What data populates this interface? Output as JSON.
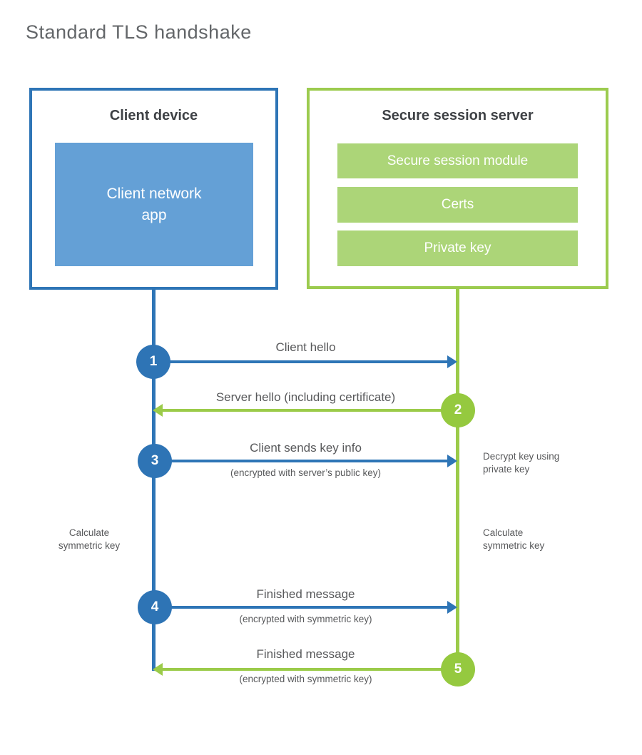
{
  "title": "Standard TLS handshake",
  "colors": {
    "blue_primary": "#2E75B6",
    "blue_fill": "#64A0D6",
    "green_border": "#9CCB4F",
    "green_fill": "#ACD578",
    "green_accent": "#95C93F",
    "text_gray": "#58595B",
    "heading_dark": "#3E4145"
  },
  "client_box": {
    "title": "Client device",
    "app_label": "Client network\napp"
  },
  "server_box": {
    "title": "Secure session server",
    "modules": [
      "Secure session module",
      "Certs",
      "Private key"
    ]
  },
  "messages": [
    {
      "step": "1",
      "label": "Client hello",
      "sublabel": "",
      "direction": "right",
      "from": "client",
      "to": "server"
    },
    {
      "step": "2",
      "label": "Server hello (including certificate)",
      "sublabel": "",
      "direction": "left",
      "from": "server",
      "to": "client"
    },
    {
      "step": "3",
      "label": "Client sends key info",
      "sublabel": "(encrypted with server’s public key)",
      "direction": "right",
      "from": "client",
      "to": "server"
    },
    {
      "step": "4",
      "label": "Finished message",
      "sublabel": "(encrypted with symmetric key)",
      "direction": "right",
      "from": "client",
      "to": "server"
    },
    {
      "step": "5",
      "label": "Finished message",
      "sublabel": "(encrypted with symmetric key)",
      "direction": "left",
      "from": "server",
      "to": "client"
    }
  ],
  "annotations": {
    "decrypt_note": "Decrypt key using\nprivate key",
    "calculate_left": "Calculate\nsymmetric key",
    "calculate_right": "Calculate\nsymmetric key"
  }
}
